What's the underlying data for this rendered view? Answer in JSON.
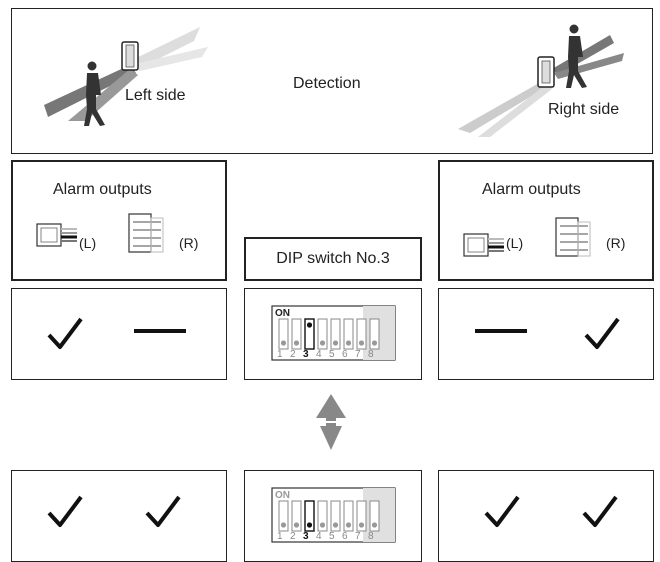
{
  "detection": {
    "title": "Detection",
    "left_label": "Left side",
    "right_label": "Right side"
  },
  "alarm_left": {
    "title": "Alarm outputs",
    "connector_left_label": "(L)",
    "connector_right_label": "(R)"
  },
  "alarm_right": {
    "title": "Alarm outputs",
    "connector_left_label": "(L)",
    "connector_right_label": "(R)"
  },
  "dip": {
    "title": "DIP switch No.3",
    "on_label": "ON",
    "numbers": [
      "1",
      "2",
      "3",
      "4",
      "5",
      "6",
      "7",
      "8"
    ],
    "highlighted_switch": "3"
  },
  "states": {
    "row1_left": {
      "left": "check",
      "right": "dash"
    },
    "row1_right": {
      "left": "dash",
      "right": "check"
    },
    "row2_left": {
      "left": "check",
      "right": "check"
    },
    "row2_right": {
      "left": "check",
      "right": "check"
    }
  },
  "icons": [
    "check-icon",
    "dash-icon",
    "toggle-arrow-icon",
    "connector-icon",
    "person-walking-icon",
    "detector-icon"
  ]
}
